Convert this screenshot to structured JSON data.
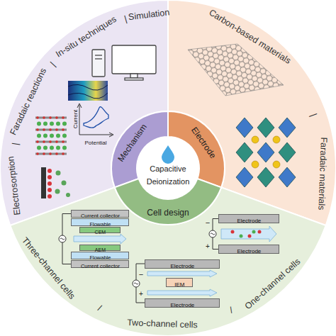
{
  "diagram": {
    "nodes": [
      {
        "text": [
          "Simulation",
          "|",
          "In-situ techniques",
          "|",
          "Faradaic reactions",
          "|",
          "Electrosorption"
        ]
      },
      {
        "text": [
          "Carbon-based materials",
          "|",
          "Faradaic materials"
        ]
      },
      {
        "text": [
          "Three-channel cells",
          "/",
          "Two-channel cells",
          "/",
          "One-channel cells"
        ]
      },
      {
        "text": [
          "Mechanism"
        ]
      },
      {
        "text": [
          "Electrode"
        ]
      },
      {
        "text": [
          "Cell design"
        ]
      },
      {
        "text": [
          "Capacitive Deionization"
        ]
      },
      {
        "text": [
          "Current collector"
        ],
        "in": 2
      },
      {
        "text": [
          "Flowable"
        ],
        "in": 2
      },
      {
        "text": [
          "CEM"
        ],
        "in": 2
      },
      {
        "text": [
          "AEM"
        ],
        "in": 2
      },
      {
        "text": [
          "Flowable"
        ],
        "in": 2
      },
      {
        "text": [
          "Current collector"
        ],
        "in": 2
      },
      {
        "text": [
          "Electrode"
        ],
        "in": 2
      },
      {
        "text": [
          "IEM"
        ],
        "in": 2
      },
      {
        "text": [
          "Electrode"
        ],
        "in": 2
      },
      {
        "text": [
          "Electrode"
        ],
        "in": 2
      },
      {
        "text": [
          "Electrode"
        ],
        "in": 2
      }
    ],
    "labels": [
      "Current",
      "Potential",
      "−",
      "+",
      "−",
      "+"
    ]
  }
}
